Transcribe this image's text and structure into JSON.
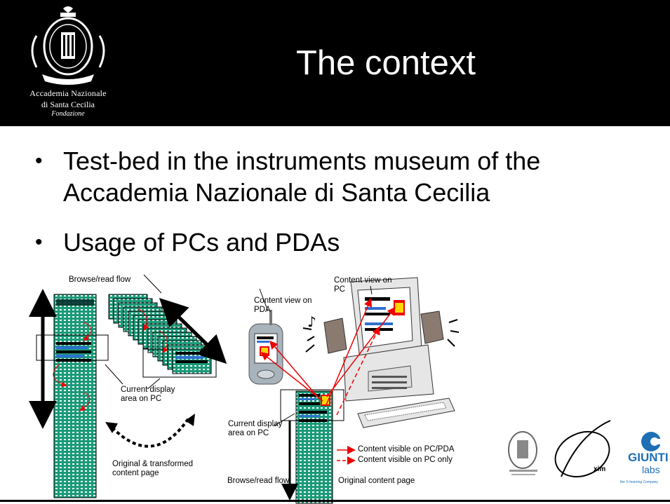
{
  "header": {
    "title": "The context",
    "crest_lines": [
      "Accademia Nazionale",
      "di Santa Cecilia",
      "Fondazione"
    ]
  },
  "bullets": [
    "Test-bed in the instruments museum of the Accademia Nazionale di Santa Cecilia",
    "Usage of PCs and PDAs"
  ],
  "diagram": {
    "left": {
      "browse_read_flow": "Browse/read flow",
      "current_display_area": "Current display area on PC",
      "original_transformed": "Original & transformed content page"
    },
    "right": {
      "content_view_pda": "Content view on PDA",
      "content_view_pc": "Content view on PC",
      "current_display_area": "Current display area on PC",
      "browse_read_flow": "Browse/read flow",
      "original_content_page": "Original content page",
      "legend_pc_pda": "Content visible on PC/PDA",
      "legend_pc_only": "Content visible on PC only"
    },
    "logos": {
      "ximlabel": "xim",
      "giunti": "GIUNTI",
      "labs": "labs",
      "giunti_tagline": "the X-learning Company"
    }
  },
  "colors": {
    "header_bg": "#000000",
    "page_teal": "#1a9a78",
    "arrow_red": "#ee0000",
    "giunti_blue": "#1f6fb5"
  }
}
